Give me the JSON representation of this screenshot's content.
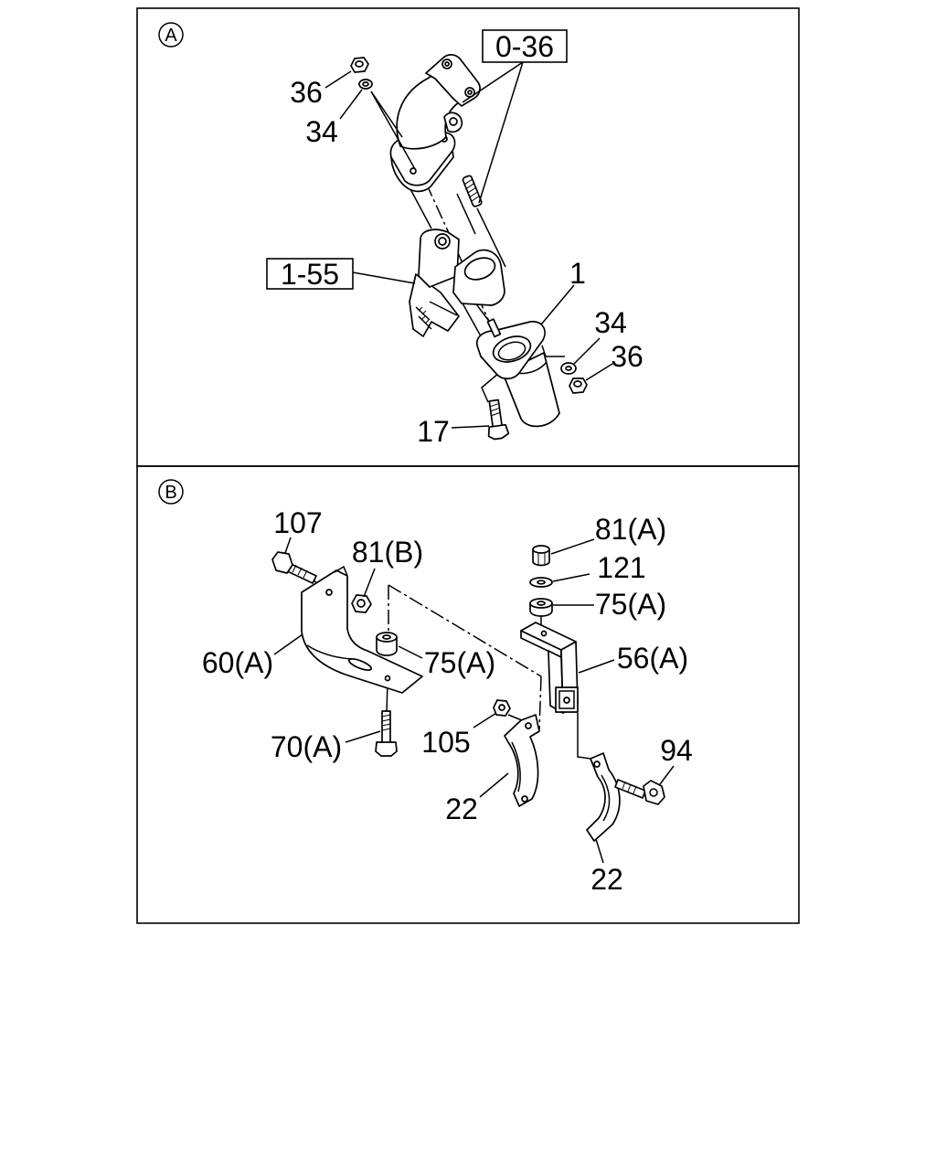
{
  "panel_a": {
    "marker": "A",
    "refs": {
      "ref_upper": "0-36",
      "ref_left": "1-55"
    },
    "callouts": {
      "nut_upper": "36",
      "washer_upper": "34",
      "flange_pipe": "1",
      "washer_lower": "34",
      "nut_lower": "36",
      "bolt": "17"
    }
  },
  "panel_b": {
    "marker": "B",
    "callouts": {
      "bolt_upper_left": "107",
      "nut_left": "81(B)",
      "nut_right": "81(A)",
      "washer_right": "121",
      "rubber_right": "75(A)",
      "bracket_left": "60(A)",
      "rubber_left": "75(A)",
      "bracket_right": "56(A)",
      "bolt_lower_left": "70(A)",
      "nut_clamp": "105",
      "bolt_clamp": "94",
      "clamp_left": "22",
      "clamp_right": "22"
    }
  }
}
